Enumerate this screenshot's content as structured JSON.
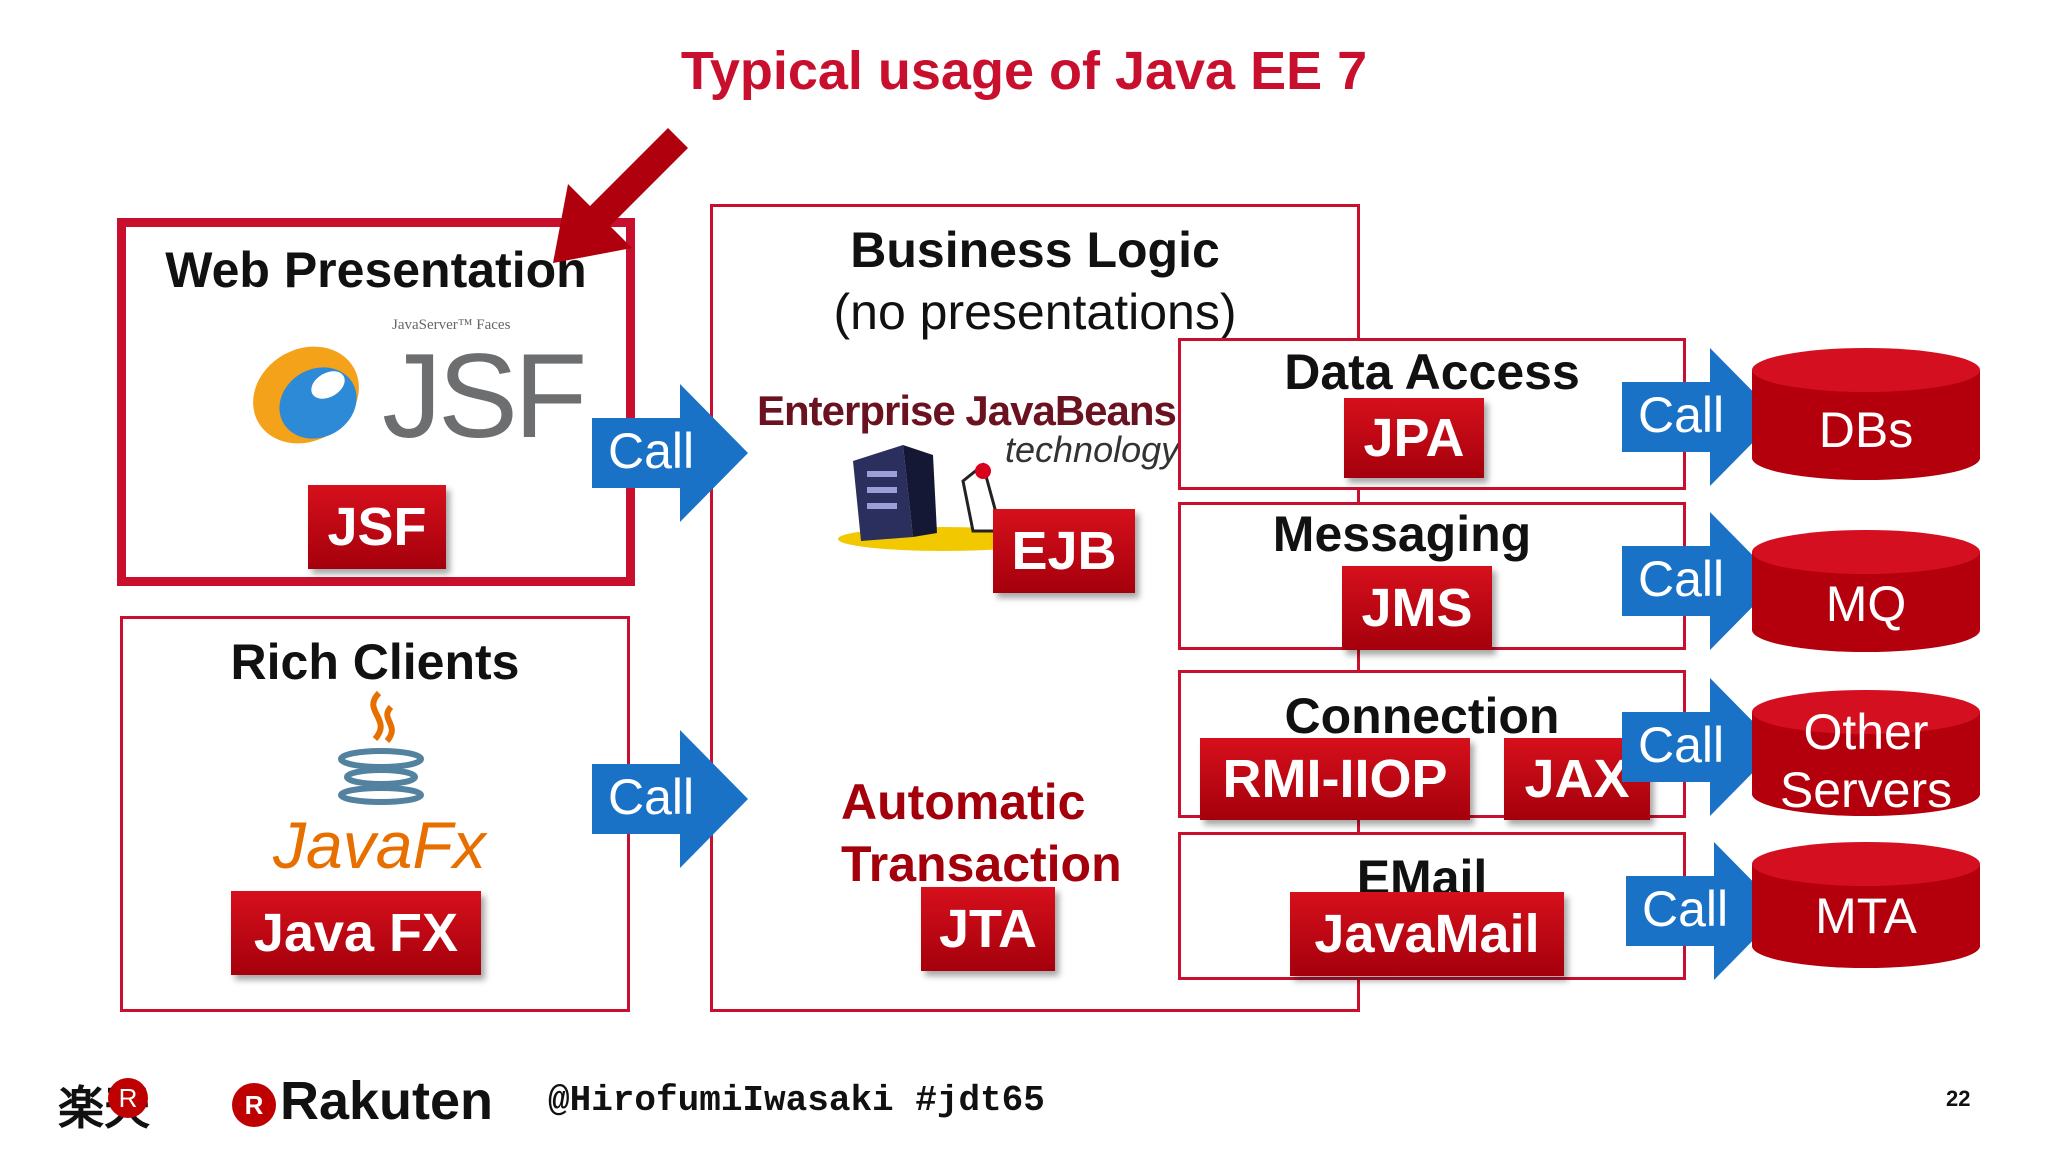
{
  "title": "Typical usage of Java EE 7",
  "web_presentation": {
    "title": "Web Presentation",
    "logo_small": "JavaServer™ Faces",
    "logo_text": "JSF",
    "tag": "JSF"
  },
  "rich_clients": {
    "title": "Rich Clients",
    "logo_text": "JavaFx",
    "tag": "Java FX"
  },
  "business_logic": {
    "title": "Business Logic",
    "subtitle": "(no presentations)",
    "logo_line1": "Enterprise JavaBeans™",
    "logo_line2": "technology",
    "tag": "EJB",
    "automatic_line1": "Automatic",
    "automatic_line2": "Transaction",
    "jta_tag": "JTA"
  },
  "data_access": {
    "title": "Data Access",
    "tag": "JPA"
  },
  "messaging": {
    "title": "Messaging",
    "tag": "JMS"
  },
  "connection": {
    "title": "Connection",
    "tag1": "RMI-IIOP",
    "tag2": "JAX"
  },
  "email": {
    "title": "EMail",
    "tag": "JavaMail"
  },
  "call_label": "Call",
  "targets": {
    "dbs": "DBs",
    "mq": "MQ",
    "other_line1": "Other",
    "other_line2": "Servers",
    "mta": "MTA"
  },
  "footer": {
    "rakuten_jp": "楽天",
    "rakuten_r": "R",
    "rakuten_text": "Rakuten",
    "handle": "@HirofumiIwasaki #jdt65",
    "page": "22"
  },
  "colors": {
    "accent": "#c8102e",
    "call_blue": "#1a72c7",
    "cylinder": "#b3000c"
  },
  "icons": {
    "pointer": "red-arrow-icon",
    "call": "blue-arrow-icon",
    "storage": "cylinder-icon"
  }
}
